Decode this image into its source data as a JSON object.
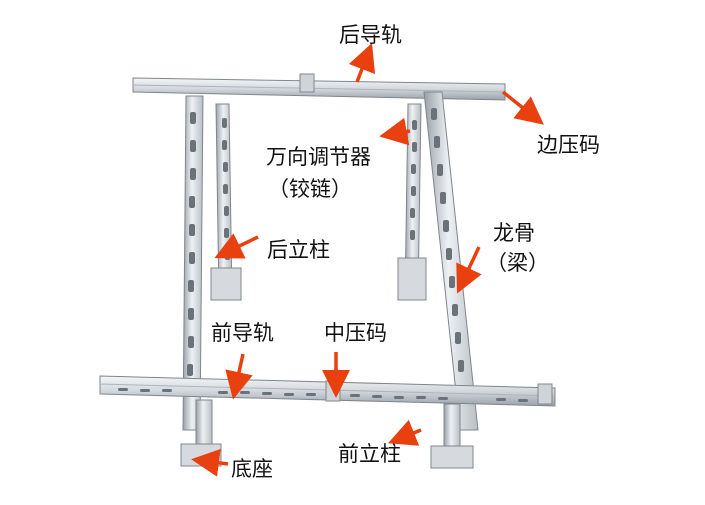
{
  "labels": {
    "rear_rail": "后导轨",
    "edge_clamp": "边压码",
    "adjuster_line1": "万向调节器",
    "adjuster_line2": "（铰链）",
    "rear_post": "后立柱",
    "beam_line1": "龙骨",
    "beam_line2": "（梁）",
    "front_rail": "前导轨",
    "mid_clamp": "中压码",
    "base": "底座",
    "front_post": "前立柱"
  },
  "colors": {
    "arrow": "#e8400f",
    "steel_light": "#eef1f4",
    "steel_mid": "#c9ced4",
    "steel_dark": "#8d949c",
    "slot": "#6b727a",
    "text": "#111111"
  }
}
